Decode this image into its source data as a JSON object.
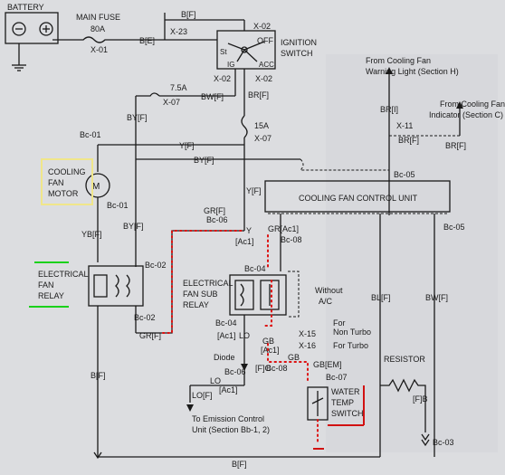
{
  "labels": {
    "battery": "BATTERY",
    "main_fuse": "MAIN FUSE",
    "fuse_80a": "80A",
    "x01": "X-01",
    "be": "B[E]",
    "x23": "X-23",
    "bf_top": "B[F]",
    "x02a": "X-02",
    "ignition_switch_1": "IGNITION",
    "ignition_switch_2": "SWITCH",
    "off": "OFF",
    "st": "St",
    "ig": "IG",
    "acc": "ACC",
    "x02b": "X-02",
    "x02c": "X-02",
    "fuse_75a": "7.5A",
    "bwf": "BW[F]",
    "x07a": "X-07",
    "brf_top": "BR[F]",
    "byf_left": "BY[F]",
    "fuse_15a": "15A",
    "x07b": "X-07",
    "bc01a": "Bc-01",
    "yf_top": "Y[F]",
    "byf_mid": "BY[F]",
    "cooling_1": "COOLING",
    "cooling_2": "FAN",
    "cooling_3": "MOTOR",
    "motor_m": "M",
    "bc01b": "Bc-01",
    "yf_mid": "Y[F]",
    "byf_low": "BY[F]",
    "ybf": "YB[F]",
    "bc06a": "Bc-06",
    "grf_a": "GR[F]",
    "cfcu": "COOLING FAN CONTROL UNIT",
    "bc05a": "Bc-05",
    "bc05b": "Bc-05",
    "from_warning_1": "From Cooling Fan",
    "from_warning_2": "Warning Light (Section H)",
    "bri": "BR[I]",
    "x11": "X-11",
    "brf_right": "BR[F]",
    "from_indicator_1": "From Cooling Fan",
    "from_indicator_2": "Indicator (Section C)",
    "brf_r2": "BR[F]",
    "yac1": "Y",
    "ac1a": "[Ac1]",
    "bc08a": "Bc-08",
    "grac1": "GR[Ac1]",
    "bc02a": "Bc-02",
    "bc04a": "Bc-04",
    "efr_1": "ELECTRICAL",
    "efr_2": "FAN",
    "efr_3": "RELAY",
    "efsr_1": "ELECTRICAL",
    "efsr_2": "FAN SUB",
    "efsr_3": "RELAY",
    "without_ac_1": "Without",
    "without_ac_2": "A/C",
    "blf": "BL[F]",
    "bwf_right": "BW[F]",
    "bc02b": "Bc-02",
    "grf_b": "GR[F]",
    "bc04b": "Bc-04",
    "ac1b": "[Ac1]",
    "lo_a": "LO",
    "gb_a": "GB",
    "ac1c": "[Ac1]",
    "x15": "X-15",
    "x16": "X-16",
    "non_turbo_1": "For",
    "non_turbo_2": "Non Turbo",
    "for_turbo": "For Turbo",
    "gb_b": "GB",
    "diode": "Diode",
    "bc08b": "Bc-08",
    "fc": "[F]C",
    "gbem": "GB[EM]",
    "bc06b": "Bc-06",
    "bc07": "Bc-07",
    "resistor": "RESISTOR",
    "lo_b": "LO",
    "ac1d": "[Ac1]",
    "lof": "LO[F]",
    "water_1": "WATER",
    "water_2": "TEMP",
    "water_3": "SWITCH",
    "fb": "[F]B",
    "emission_1": "To Emission Control",
    "emission_2": "Unit (Section Bb-1, 2)",
    "bf_left": "B[F]",
    "bc03": "Bc-03",
    "bf_bottom": "B[F]"
  },
  "colors": {
    "wire": "#1a1a1a",
    "highlight_red": "#d11111",
    "highlight_green": "#1bd11b",
    "highlight_yellow": "#f0e68a"
  }
}
